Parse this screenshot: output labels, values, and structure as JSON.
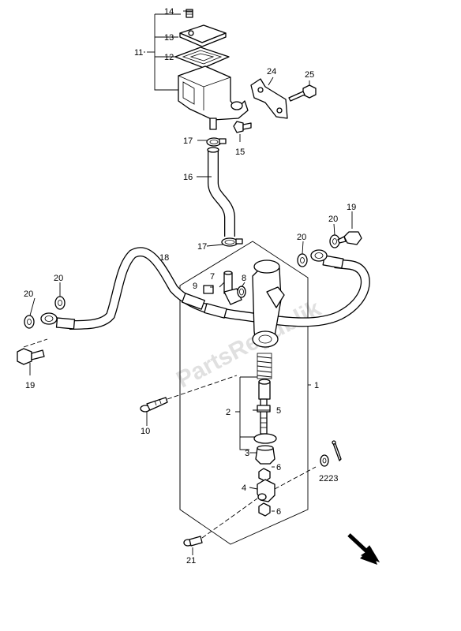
{
  "watermark": "PartsRepublik",
  "labels": {
    "l1": "1",
    "l2": "2",
    "l3": "3",
    "l4": "4",
    "l5": "5",
    "l6a": "6",
    "l6b": "6",
    "l7": "7",
    "l8": "8",
    "l9": "9",
    "l10": "10",
    "l11": "11",
    "l12": "12",
    "l13": "13",
    "l14": "14",
    "l15": "15",
    "l16": "16",
    "l17a": "17",
    "l17b": "17",
    "l18": "18",
    "l19a": "19",
    "l19b": "19",
    "l20a": "20",
    "l20b": "20",
    "l20c": "20",
    "l20d": "20",
    "l21": "21",
    "l2223": "2223",
    "l24": "24",
    "l25": "25"
  },
  "icons": {
    "direction_arrow": "front-direction-arrow-icon"
  }
}
